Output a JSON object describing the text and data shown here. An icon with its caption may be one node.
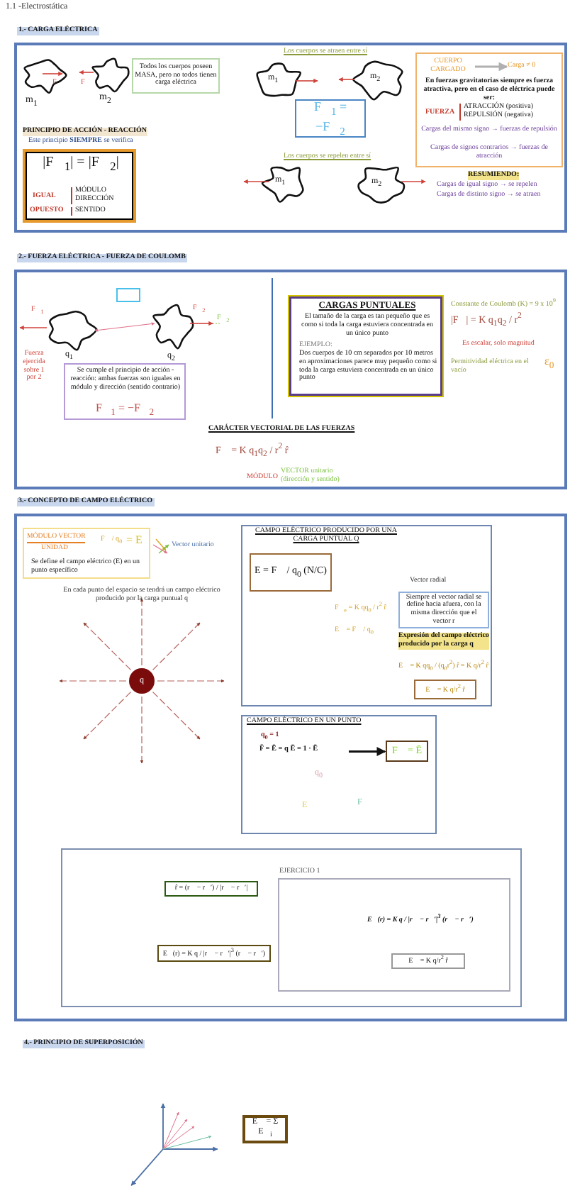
{
  "diagram": {
    "title": "1.1 -Electrostática",
    "nodes": [
      {
        "text": [
          "1.- CARGA ELÉCTRICA"
        ]
      },
      {
        "text": [
          "Todos los cuerpos poseen MASA, pero no todos tienen carga eléctrica"
        ],
        "in": 0
      },
      {
        "text": [
          "|F⃗$_{1}$| = |F⃗$_{2}$|",
          "IGUAL",
          "MÓDULO",
          "DIRECCIÓN",
          "OPUESTO",
          "SENTIDO"
        ],
        "in": 0
      },
      {
        "text": [
          "F⃗$_{1}$ = −F⃗$_{2}$"
        ],
        "in": 0
      },
      {
        "text": [
          "En fuerzas gravitatorias siempre es fuerza atractiva, pero en el caso de eléctrica puede ser:",
          "FUERZA",
          "ATRACCIÓN (positiva)",
          "REPULSIÓN (negativa)",
          "Cargas del mismo signo → fuerzas de repulsión",
          "Cargas de signos contrarios → fuerzas de atracción"
        ],
        "in": 0
      },
      {
        "text": [
          "CUERPO CARGADO"
        ],
        "in": 4
      },
      {
        "text": [
          "Carga ≠ 0"
        ],
        "in": 4
      },
      {
        "text": [
          "2.- FUERZA ELÉCTRICA - FUERZA DE COULOMB"
        ]
      },
      {
        "text": [],
        "shape": "box",
        "in": 7
      },
      {
        "text": [
          "Se cumple el principio de acción - reacción: ambas fuerzas son iguales en módulo y dirección (sentido contrario)",
          "F⃗$_{1}$ = −F⃗$_{2}$"
        ],
        "in": 7
      },
      {
        "text": [
          "CARGAS PUNTUALES",
          "El tamaño de la carga es tan pequeño que es como si toda la carga estuviera concentrada en un único punto",
          "EJEMPLO:",
          "Dos cuerpos de 10 cm separados por 10 metros en aproximaciones parece muy pequeño como si toda la carga estuviera concentrada en un único punto"
        ],
        "in": 7
      },
      {
        "text": [
          "3.- CONCEPTO DE CAMPO ELÉCTRICO"
        ]
      },
      {
        "text": [
          "MÓDULO VECTOR",
          "UNIDAD",
          "F⃗ / q$_{0}$",
          "= E",
          "Se define el campo eléctrico (E) en un punto específico"
        ],
        "in": 11
      },
      {
        "text": [
          "q"
        ],
        "in": 11
      },
      {
        "text": [
          "CAMPO ELÉCTRICO PRODUCIDO POR UNA CARGA PUNTUAL Q"
        ],
        "in": 11
      },
      {
        "text": [
          "E = F⃗ / q$_{0}$ (N/C)"
        ],
        "in": 14
      },
      {
        "text": [
          "Siempre el vector radial se define hacia afuera, con la misma dirección que el vector r"
        ],
        "in": 14
      },
      {
        "text": [
          "E⃗ = K q/r$^{2}$ r̂"
        ],
        "in": 14
      },
      {
        "text": [
          "CAMPO ELÉCTRICO EN UN PUNTO",
          "q$_{0}$ = 1"
        ],
        "in": 11
      },
      {
        "text": [
          "F̄ = Ē = q Ē = 1 · Ē"
        ],
        "in": 18
      },
      {
        "text": [
          "F⃗ = Ē"
        ],
        "in": 18
      },
      {
        "text": [],
        "shape": "box",
        "in": 11
      },
      {
        "text": [
          "r̂ = (r⃗ − r⃗′) / |r⃗ − r⃗′|"
        ],
        "in": 21
      },
      {
        "text": [
          "E⃗(r) = K q / |r⃗ − r⃗′|$^{3}$ (r⃗ − r⃗′)"
        ],
        "in": 21
      },
      {
        "text": [
          "EJERCICIO 1",
          "E⃗(r) = K q / |r⃗ − r⃗′|$^{3}$ (r⃗ − r⃗′)"
        ],
        "in": 21
      },
      {
        "text": [
          "E⃗ = K q/r$^{2}$ r̂"
        ],
        "in": 24
      },
      {
        "text": [
          "E⃗ = Σ E⃗$_{i}$"
        ]
      }
    ],
    "edges": [
      {
        "from": 5,
        "to": 6,
        "arrow": "to",
        "color": "#b0b0b0"
      },
      {
        "from": 19,
        "to": 20,
        "arrow": "to",
        "color": "#111111"
      }
    ],
    "labels": [
      "m$_{1}$",
      "m$_{2}$",
      "F⃗",
      "F⃗",
      "PRINCIPIO DE ACCIÓN - REACCIÓN",
      "Este principio **SIEMPRE** se verifica",
      "Los cuerpos se atraen entre sí",
      "m$_{1}$",
      "m$_{2}$",
      "Los cuerpos se repelen entre sí",
      "m$_{1}$",
      "m$_{2}$",
      "RESUMIENDO:",
      "Cargas de igual signo → se repelen",
      "Cargas de distinto signo → se atraen",
      "F⃗$_{1}$",
      "Fuerza ejercida sobre 1 por 2",
      "F⃗$_{2}$",
      "F⃗$_{2}$",
      "q$_{1}$",
      "q$_{2}$",
      "Constante de Coulomb (K) = 9 x 10$^{9}$",
      "|F⃗| = K q$_{1}$q$_{2}$ / r$^{2}$",
      "Es escalar, solo magnitud",
      "Permitividad eléctrica en el vacío",
      "ε$_{0}$",
      "CARÁCTER VECTORIAL DE LAS FUERZAS",
      "F⃗ = K q$_{1}$q$_{2}$ / r$^{2}$ r̂",
      "MÓDULO",
      "VECTOR unitario (dirección y sentido)",
      "Vector unitario",
      "En cada punto del espacio se tendrá un campo eléctrico producido por la carga puntual q",
      "F⃗$_{e}$ = K qq$_{0}$ / r$^{2}$ r̂",
      "E⃗ = F⃗ / q$_{0}$",
      "Vector radial",
      "Expresión del campo eléctrico producido por la carga q",
      "E⃗ = K qq$_{0}$ / (q$_{0}$r$^{2}$) r̂ = K q/r$^{2}$ r̂",
      "q$_{0}$",
      "E⃗",
      "F⃗",
      "4.- PRINCIPIO DE SUPERPOSICIÓN"
    ]
  }
}
